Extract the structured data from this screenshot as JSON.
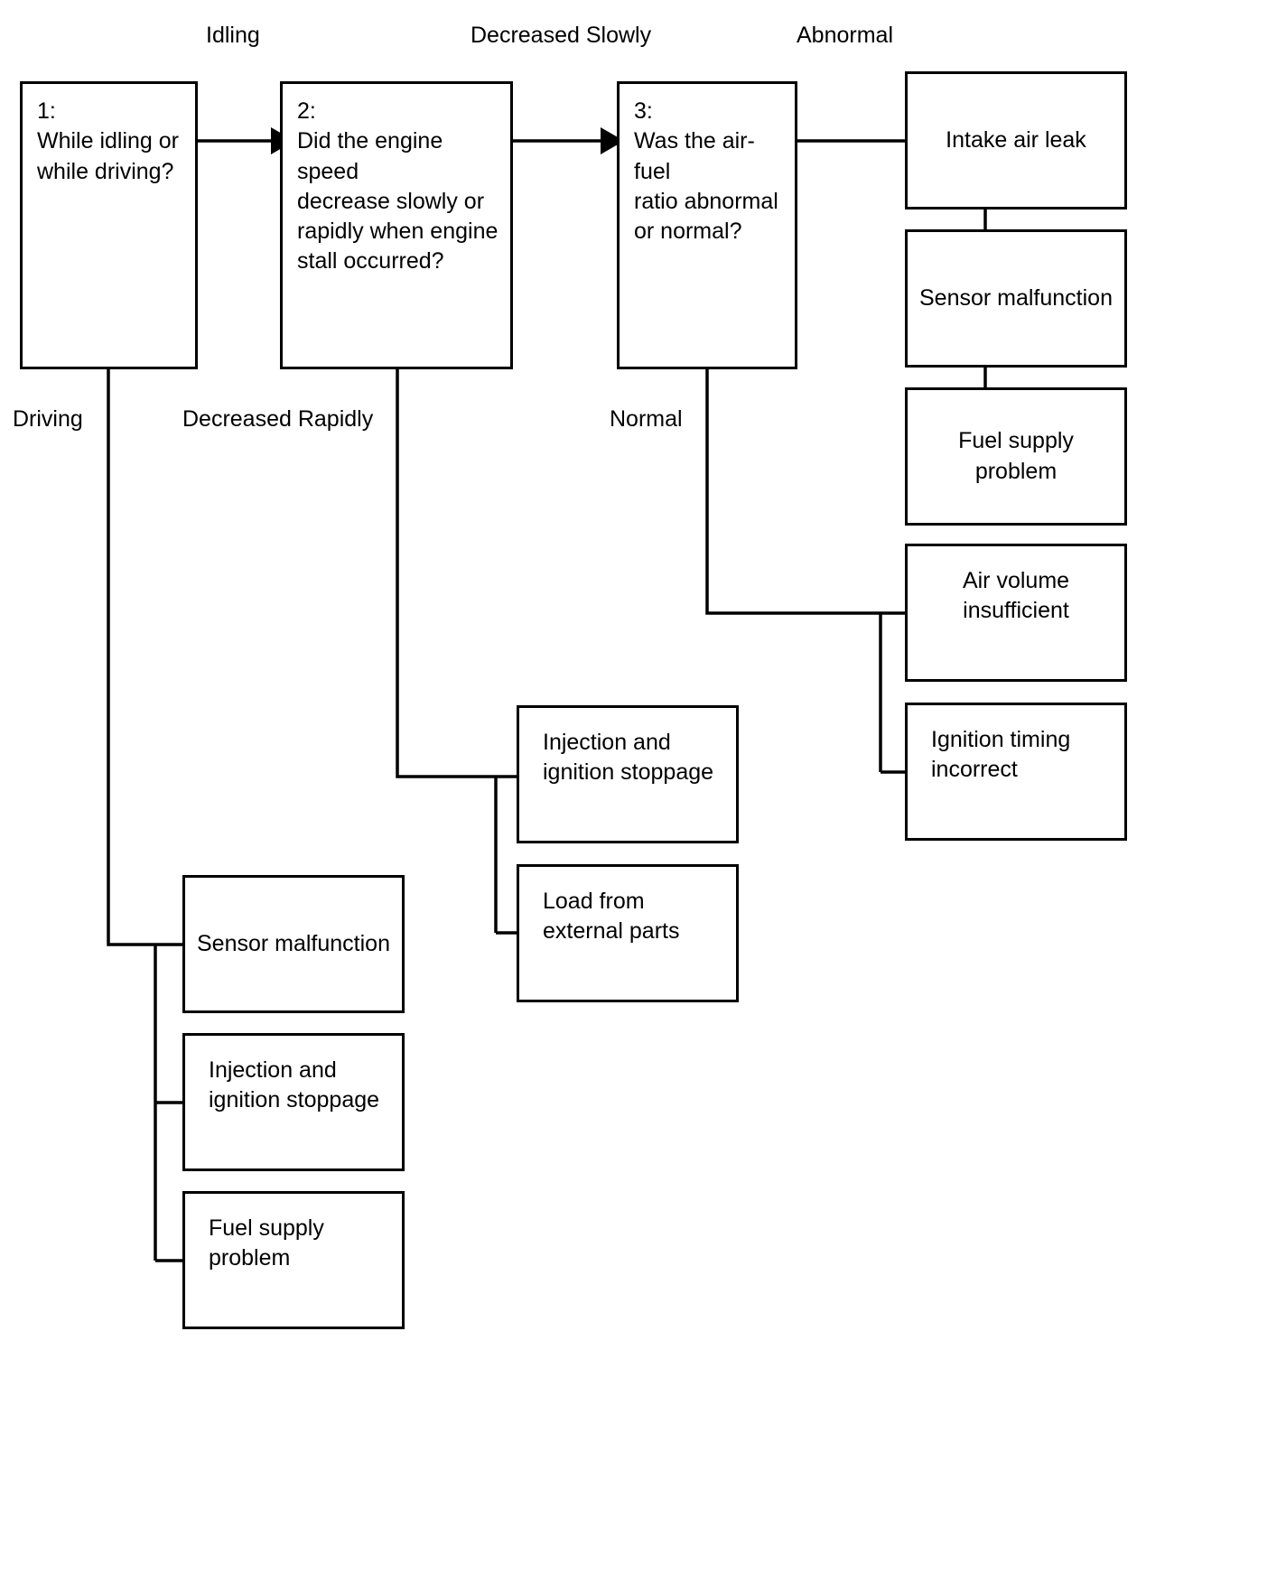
{
  "diagram": {
    "title": "Engine stall diagnostic flowchart",
    "stroke_color": "#000000",
    "background_color": "#ffffff"
  },
  "nodes": {
    "q1": {
      "label": "1:\nWhile idling or\nwhile driving?"
    },
    "q2": {
      "label": "2:\nDid the engine speed\ndecrease slowly or\nrapidly when engine\nstall occurred?"
    },
    "q3": {
      "label": "3:\nWas the air-fuel\nratio abnormal\nor normal?"
    },
    "intake_air_leak": {
      "label": "Intake air leak"
    },
    "sensor_malfunction_abnormal": {
      "label": "Sensor malfunction"
    },
    "fuel_supply_problem_abnormal": {
      "label": "Fuel supply problem"
    },
    "air_volume_insufficient": {
      "label": "Air volume\ninsufficient"
    },
    "ignition_timing_incorrect": {
      "label": "Ignition timing\nincorrect"
    },
    "injection_ignition_stoppage_rapid": {
      "label": "Injection and\nignition stoppage"
    },
    "load_external_parts": {
      "label": "Load from\nexternal parts"
    },
    "sensor_malfunction_driving": {
      "label": "Sensor malfunction"
    },
    "injection_ignition_stoppage_driving": {
      "label": "Injection and\nignition stoppage"
    },
    "fuel_supply_problem_driving": {
      "label": "Fuel supply problem"
    }
  },
  "edge_labels": {
    "idling": "Idling",
    "decreased_slowly": "Decreased Slowly",
    "abnormal": "Abnormal",
    "driving": "Driving",
    "decreased_rapidly": "Decreased Rapidly",
    "normal": "Normal"
  }
}
